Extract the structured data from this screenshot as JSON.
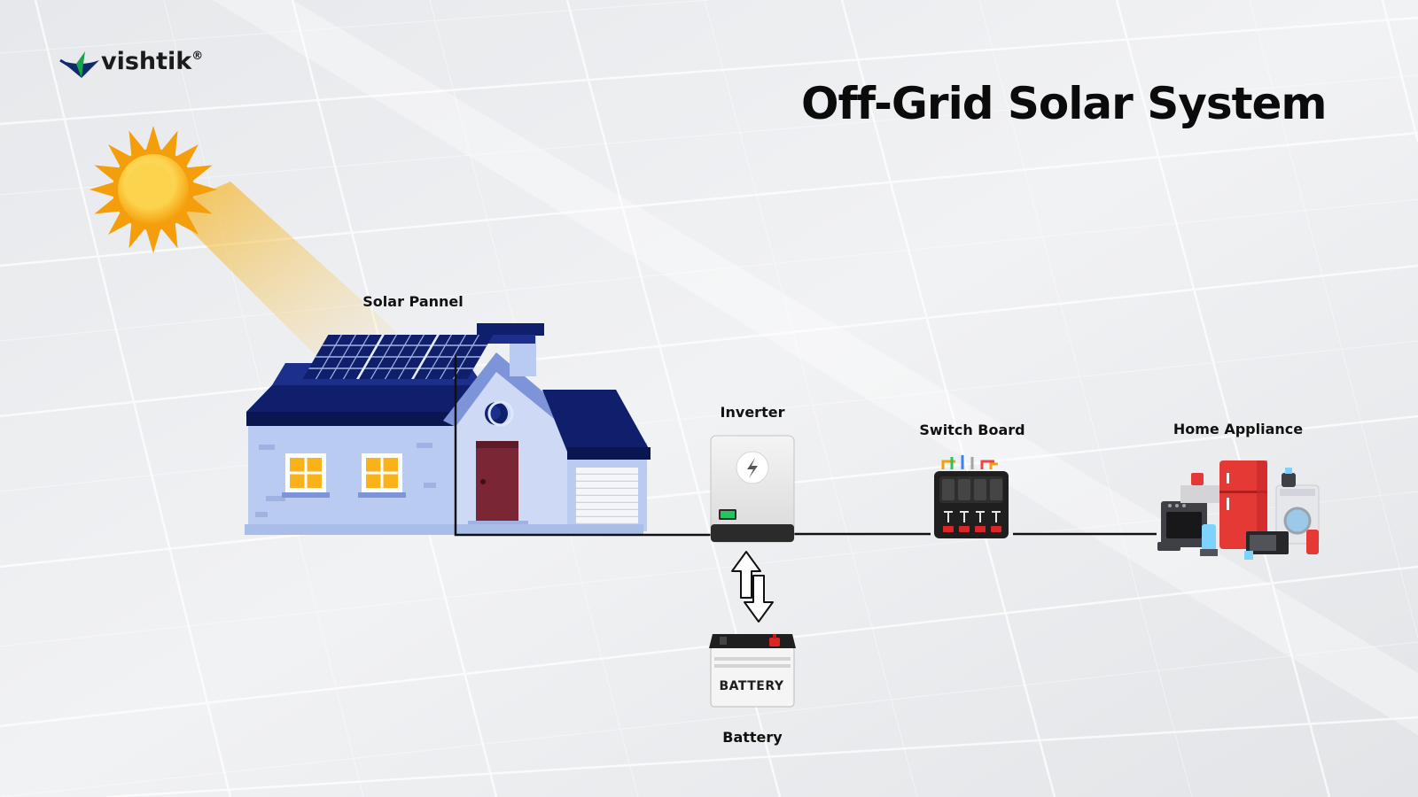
{
  "brand": {
    "name": "vishtik",
    "mark": "®"
  },
  "title": "Off-Grid Solar System",
  "components": {
    "solar_panel": "Solar Pannel",
    "inverter": "Inverter",
    "switch_board": "Switch Board",
    "home_appliance": "Home Appliance",
    "battery": "Battery"
  },
  "battery_casing_text": "BATTERY",
  "colors": {
    "roof_navy": "#0f1f6b",
    "house_blue": "#b9cbf0",
    "sun_orange": "#f59e0b",
    "sun_yellow": "#fcd34d",
    "door_maroon": "#7a2634",
    "fridge_red": "#e53935",
    "brand_green": "#16a34a"
  }
}
